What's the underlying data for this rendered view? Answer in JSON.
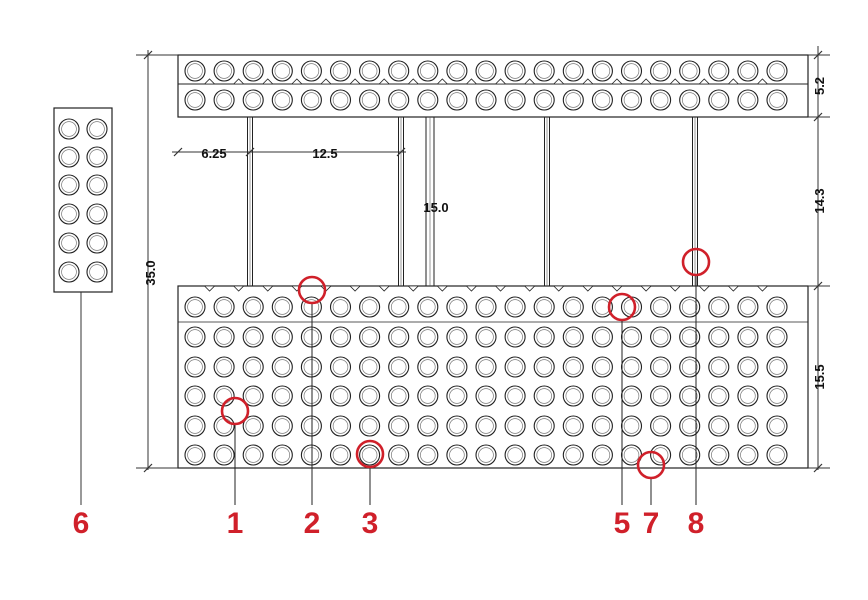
{
  "dimensions": {
    "overall_height": "35.0",
    "top_block_height": "5.2",
    "gap_height": "14.3",
    "bottom_block_height": "15.5",
    "first_post_offset": "6.25",
    "post_spacing": "12.5",
    "center_gap": "15.0"
  },
  "callouts": [
    "6",
    "1",
    "2",
    "3",
    "5",
    "7",
    "8"
  ],
  "colors": {
    "callout": "#d0202a",
    "line": "#222222",
    "dim_line": "#333333"
  }
}
